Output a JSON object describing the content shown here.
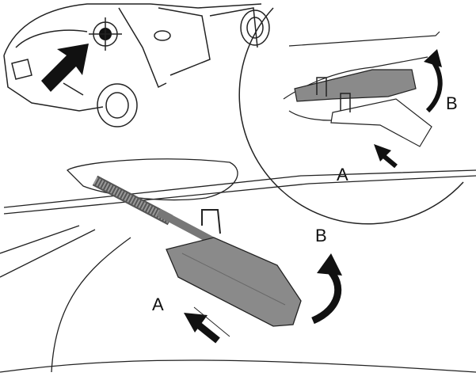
{
  "labels": {
    "inset_a": "A",
    "inset_b": "B",
    "main_a": "A",
    "main_b": "B"
  },
  "colors": {
    "line": "#222222",
    "lever_fill": "#8a8a8a",
    "arrow": "#111111"
  }
}
